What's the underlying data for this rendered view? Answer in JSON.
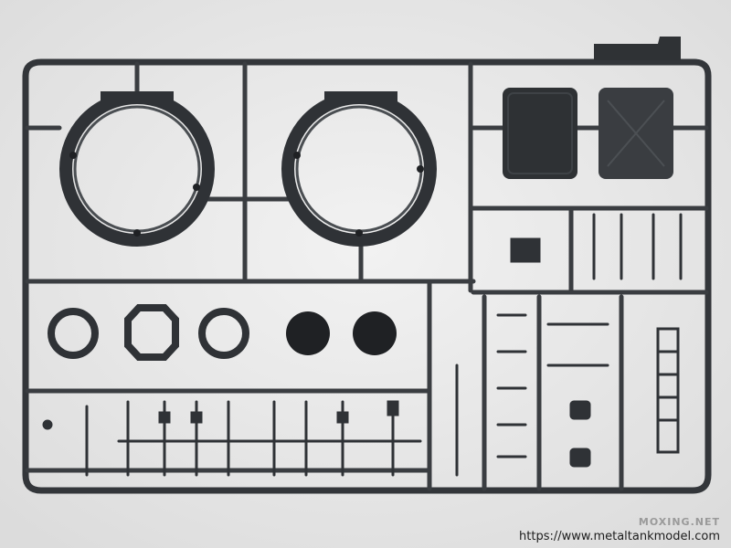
{
  "photo": {
    "subject": "plastic-model-sprue-frame",
    "plastic_color": "#3a3d40",
    "background_color": "#ededed"
  },
  "watermark": {
    "logo_text": "MOXING.NET",
    "url_text": "https://www.metaltankmodel.com"
  }
}
